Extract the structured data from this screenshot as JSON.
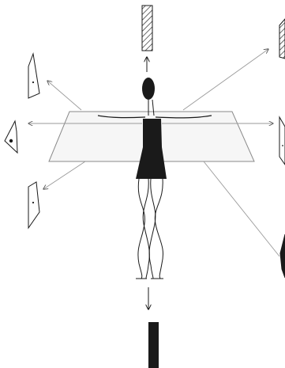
{
  "colors": {
    "background": "#ffffff",
    "ink": "#1a1a1a",
    "guide_line": "#999999",
    "plane_fill": "#f4f4f4",
    "plane_stroke": "#8a8a8a"
  },
  "figure": {
    "description_icon": "standing-human-figure-icon",
    "torso_fill": "#1a1a1a"
  },
  "projection_plane": {
    "icon": "horizontal-projection-plane"
  },
  "panels": [
    {
      "id": "top",
      "icon": "hatched-panel-icon"
    },
    {
      "id": "upper-right",
      "icon": "hatched-edge-panel-icon"
    },
    {
      "id": "upper-left",
      "icon": "dotted-panel-icon"
    },
    {
      "id": "left",
      "icon": "triangle-dot-panel-icon"
    },
    {
      "id": "right",
      "icon": "edge-panel-icon"
    },
    {
      "id": "lower-left",
      "icon": "dotted-panel-icon"
    },
    {
      "id": "lower-right",
      "icon": "solid-edge-panel-icon"
    },
    {
      "id": "bottom",
      "icon": "solid-panel-icon"
    }
  ]
}
